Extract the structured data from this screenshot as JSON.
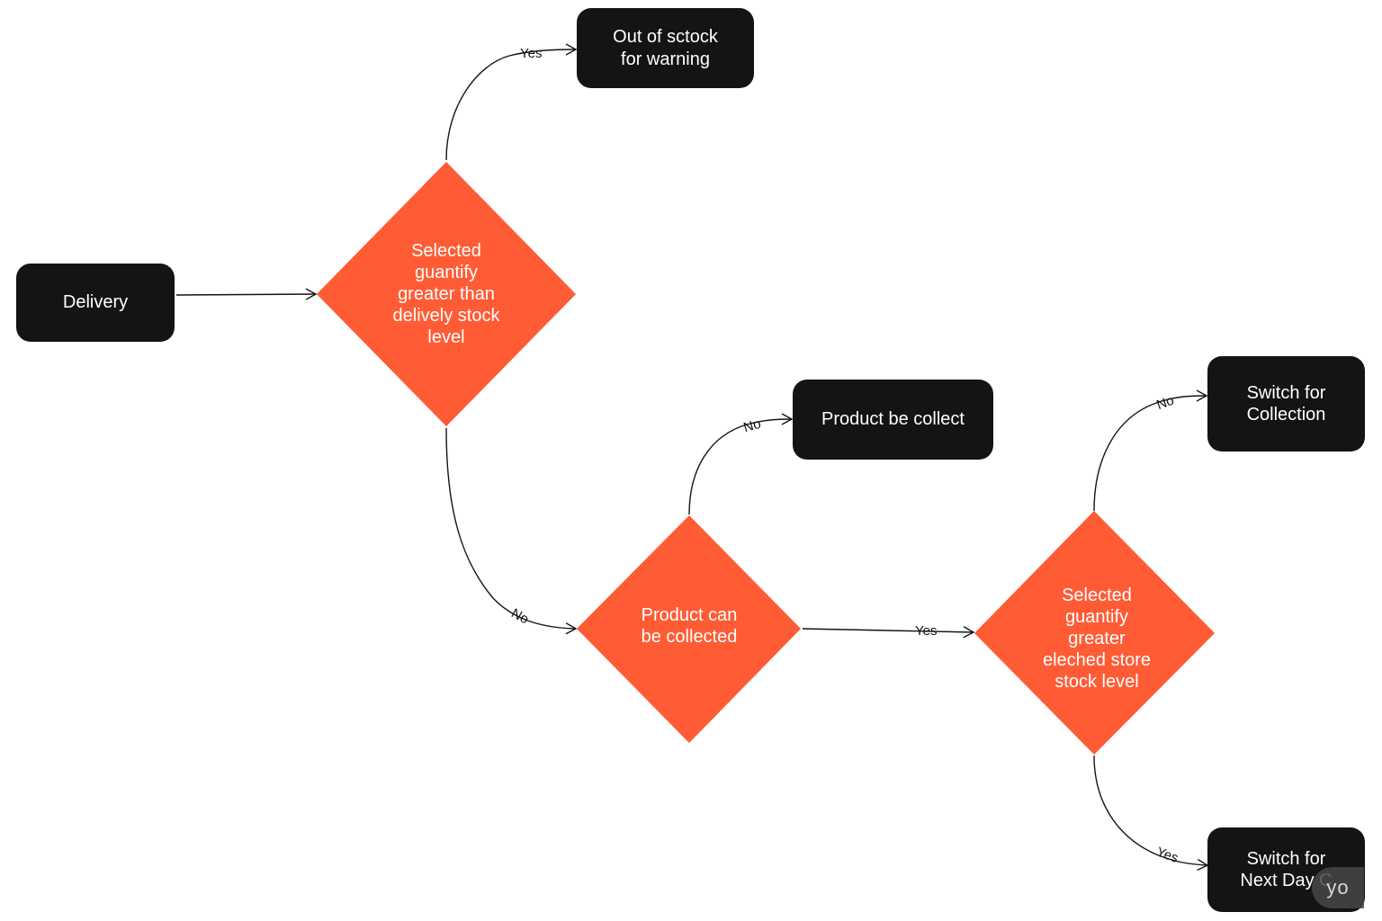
{
  "colors": {
    "process_box": "#141414",
    "decision": "#FF5C35",
    "connector": "#141414",
    "text_light": "#ffffff"
  },
  "nodes": {
    "delivery": "Delivery",
    "out_of_stock": "Out of sctock\nfor warning",
    "decision_delivery_stock": "Selected\nguantify\ngreater than\ndelively stock\nlevel",
    "product_be_collect": "Product be collect",
    "decision_can_be_collected": "Product can\nbe collected",
    "decision_store_stock": "Selected\nguantify\ngreater\neleched store\nstock level",
    "switch_collection": "Switch for\nCollection",
    "switch_next_day": "Switch for\nNext Day C"
  },
  "edges": {
    "yes_out_of_stock": "Yes",
    "no_can_be_collected": "No",
    "no_product_be_collect": "No",
    "yes_store_stock": "Yes",
    "no_switch_collection": "No",
    "yes_switch_next_day": "Yes"
  },
  "watermark": "yo"
}
